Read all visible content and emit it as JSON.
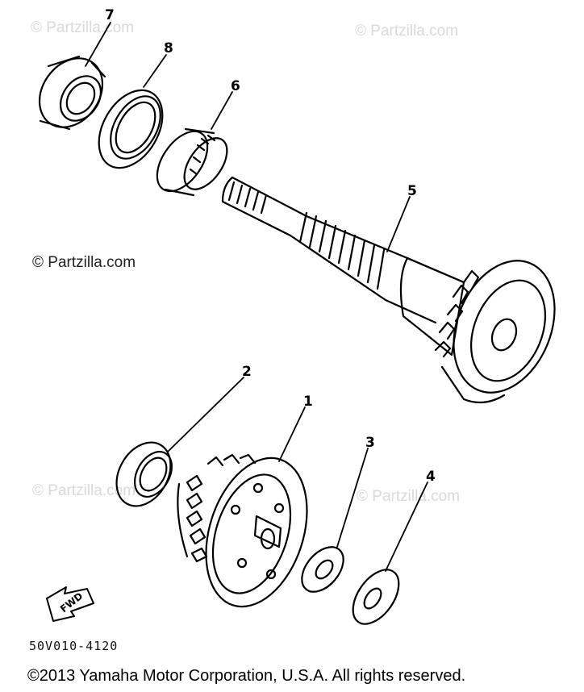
{
  "watermarks": {
    "main": "© Partzilla.com",
    "faint": "© Partzilla.com"
  },
  "parts": [
    {
      "number": "1",
      "name": "gear-assembly"
    },
    {
      "number": "2",
      "name": "bearing-small"
    },
    {
      "number": "3",
      "name": "washer-small"
    },
    {
      "number": "4",
      "name": "washer-large"
    },
    {
      "number": "5",
      "name": "splined-shaft"
    },
    {
      "number": "6",
      "name": "needle-bearing"
    },
    {
      "number": "7",
      "name": "ball-bearing"
    },
    {
      "number": "8",
      "name": "oil-seal"
    }
  ],
  "fwd_label": "FWD",
  "diagram_code": "50V010-4120",
  "copyright": "©2013  Yamaha Motor Corporation, U.S.A. All rights reserved.",
  "colors": {
    "line": "#000000",
    "watermark": "#d9d9d9",
    "background": "#ffffff"
  }
}
